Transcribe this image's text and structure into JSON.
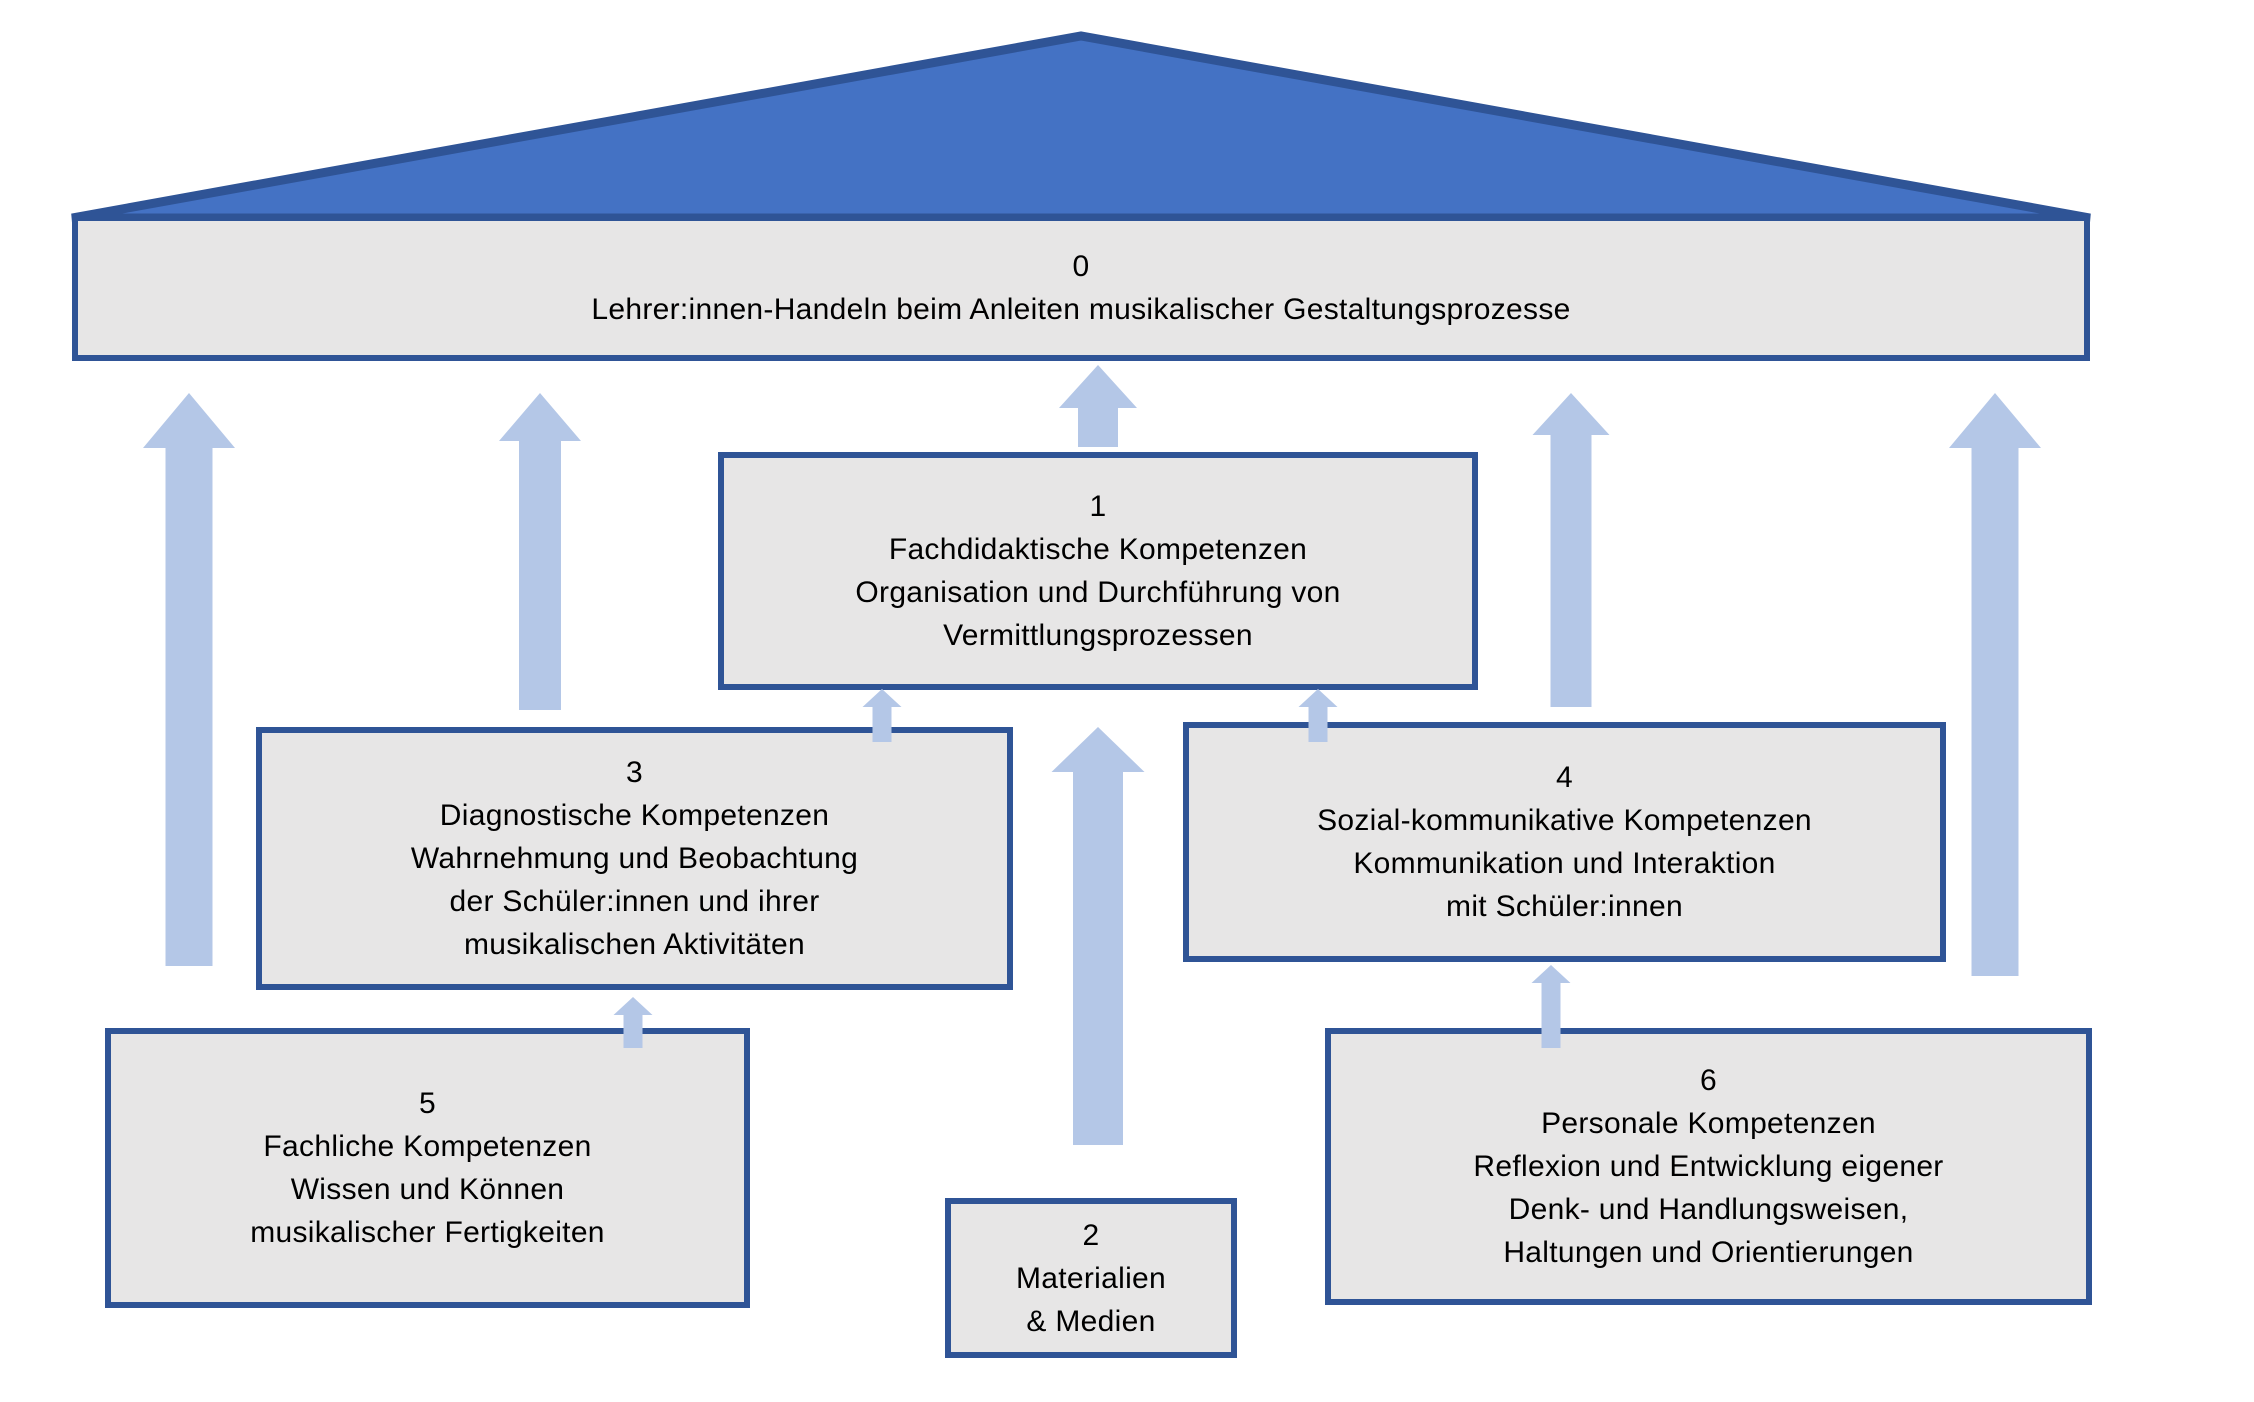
{
  "boxes": {
    "box0": {
      "number": "0",
      "lines": [
        "Lehrer:innen-Handeln beim Anleiten musikalischer Gestaltungsprozesse"
      ]
    },
    "box1": {
      "number": "1",
      "lines": [
        "Fachdidaktische Kompetenzen",
        "Organisation und Durchführung von",
        "Vermittlungsprozessen"
      ]
    },
    "box2": {
      "number": "2",
      "lines": [
        "Materialien",
        "& Medien"
      ]
    },
    "box3": {
      "number": "3",
      "lines": [
        "Diagnostische Kompetenzen",
        "Wahrnehmung und Beobachtung",
        "der Schüler:innen und ihrer",
        "musikalischen Aktivitäten"
      ]
    },
    "box4": {
      "number": "4",
      "lines": [
        "Sozial-kommunikative Kompetenzen",
        "Kommunikation und Interaktion",
        "mit Schüler:innen"
      ]
    },
    "box5": {
      "number": "5",
      "lines": [
        "Fachliche Kompetenzen",
        "Wissen und Können",
        "musikalischer Fertigkeiten"
      ]
    },
    "box6": {
      "number": "6",
      "lines": [
        "Personale Kompetenzen",
        "Reflexion und Entwicklung eigener",
        "Denk- und Handlungsweisen,",
        "Haltungen und Orientierungen"
      ]
    }
  },
  "colors": {
    "roof_fill": "#4472C4",
    "border": "#2F5496",
    "box_fill": "#E7E6E6",
    "arrow": "#B4C7E7",
    "background": "#FFFFFF",
    "text": "#000000"
  }
}
